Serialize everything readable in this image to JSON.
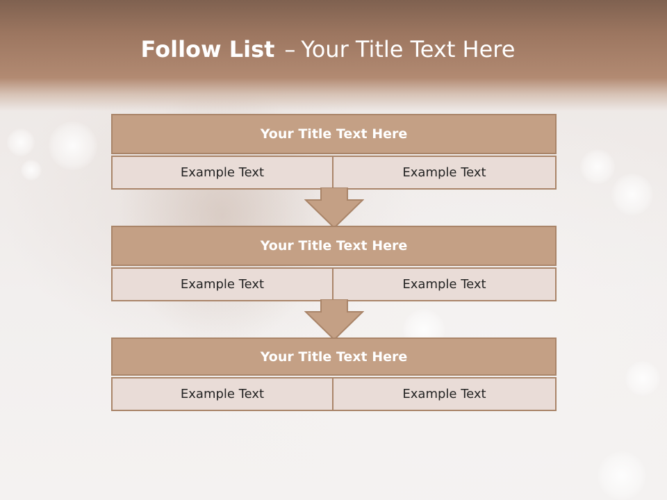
{
  "slide": {
    "title_bold": "Follow List",
    "title_separator": "–",
    "title_rest": "Your Title Text Here"
  },
  "blocks": [
    {
      "title": "Your Title Text Here",
      "left_text": "Example Text",
      "right_text": "Example Text"
    },
    {
      "title": "Your Title Text Here",
      "left_text": "Example Text",
      "right_text": "Example Text"
    },
    {
      "title": "Your Title Text Here",
      "left_text": "Example Text",
      "right_text": "Example Text"
    }
  ],
  "colors": {
    "header_band": "#9c7660",
    "block_head": "#c4a085",
    "block_border": "#a98468",
    "cell_fill": "#e9dcd7",
    "arrow_fill": "#c4a085"
  },
  "icons": {
    "connector": "down-arrow-icon"
  }
}
